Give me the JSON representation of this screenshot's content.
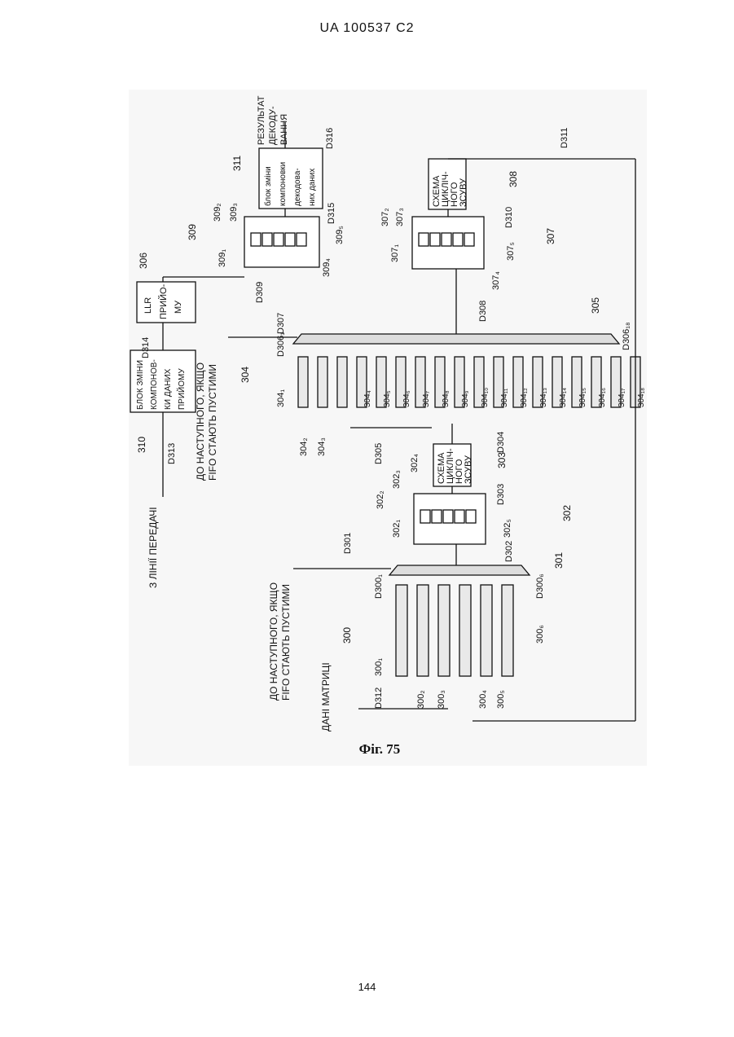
{
  "header": {
    "doc_id": "UA   100537   C2"
  },
  "page": {
    "number": "144"
  },
  "figure": {
    "caption": "Фіг. 75",
    "labels": {
      "from_tx_line": "З ЛІНІЇ ПЕРЕДАЧІ",
      "matrix_data": "ДАНІ МАТРИЦІ",
      "to_next_1": "ДО НАСТУПНОГО, ЯКЩО",
      "fifo_empty_1": "FIFO СТАЮТЬ ПУСТИМИ",
      "to_next_2": "ДО НАСТУПНОГО, ЯКЩО",
      "fifo_empty_2": "FIFO СТАЮТЬ ПУСТИМИ",
      "shift_303_l1": "СХЕМА",
      "shift_303_l2": "ЦИКЛІЧ-",
      "shift_303_l3": "НОГО",
      "shift_303_l4": "ЗСУВУ",
      "shift_308_l1": "СХЕМА",
      "shift_308_l2": "ЦИКЛІЧ-",
      "shift_308_l3": "НОГО",
      "shift_308_l4": "ЗСУВУ",
      "rx_rearr_l1": "БЛОК ЗМІНИ",
      "rx_rearr_l2": "КОМПОНОВ-",
      "rx_rearr_l3": "КИ ДАНИХ",
      "rx_rearr_l4": "ПРИЙОМУ",
      "llr_l1": "LLR",
      "llr_l2": "ПРИЙО-",
      "llr_l3": "МУ",
      "dec_rearr_l1": "блок зміни",
      "dec_rearr_l2": "компоновки",
      "dec_rearr_l3": "декодова-",
      "dec_rearr_l4": "них даних",
      "result_l1": "РЕЗУЛЬТАТ",
      "result_l2": "ДЕКОДУ-",
      "result_l3": "ВАННЯ"
    },
    "refs": {
      "r300": "300",
      "r301": "301",
      "r302": "302",
      "r303": "303",
      "r304": "304",
      "r305": "305",
      "r306": "306",
      "r307": "307",
      "r308": "308",
      "r309": "309",
      "r310": "310",
      "r311": "311",
      "r300_1": "300₁",
      "r300_2": "300₂",
      "r300_3": "300₃",
      "r300_4": "300₄",
      "r300_5": "300₅",
      "r300_6": "300₆",
      "r302_1": "302₁",
      "r302_2": "302₂",
      "r302_3": "302₃",
      "r302_4": "302₄",
      "r302_5": "302₅",
      "r304_1": "304₁",
      "r304_2": "304₂",
      "r304_3": "304₃",
      "r304_4": "304₄",
      "r304_5": "304₅",
      "r304_6": "304₆",
      "r304_7": "304₇",
      "r304_8": "304₈",
      "r304_9": "304₉",
      "r304_10": "304₁₀",
      "r304_11": "304₁₁",
      "r304_12": "304₁₂",
      "r304_13": "304₁₃",
      "r304_14": "304₁₄",
      "r304_15": "304₁₅",
      "r304_16": "304₁₆",
      "r304_17": "304₁₇",
      "r304_18": "304₁₈",
      "r307_1": "307₁",
      "r307_2": "307₂",
      "r307_3": "307₃",
      "r307_4": "307₄",
      "r307_5": "307₅",
      "r309_1": "309₁",
      "r309_2": "309₂",
      "r309_3": "309₃",
      "r309_4": "309₄",
      "r309_5": "309₅"
    },
    "signals": {
      "d300_1": "D300₁",
      "d300_6": "D300₆",
      "d301": "D301",
      "d302": "D302",
      "d303": "D303",
      "d304": "D304",
      "d305": "D305",
      "d306_1": "D306₁",
      "d306_18": "D306₁₈",
      "d307": "D307",
      "d308": "D308",
      "d309": "D309",
      "d310": "D310",
      "d311": "D311",
      "d312": "D312",
      "d313": "D313",
      "d314": "D314",
      "d315": "D315",
      "d316": "D316"
    }
  }
}
